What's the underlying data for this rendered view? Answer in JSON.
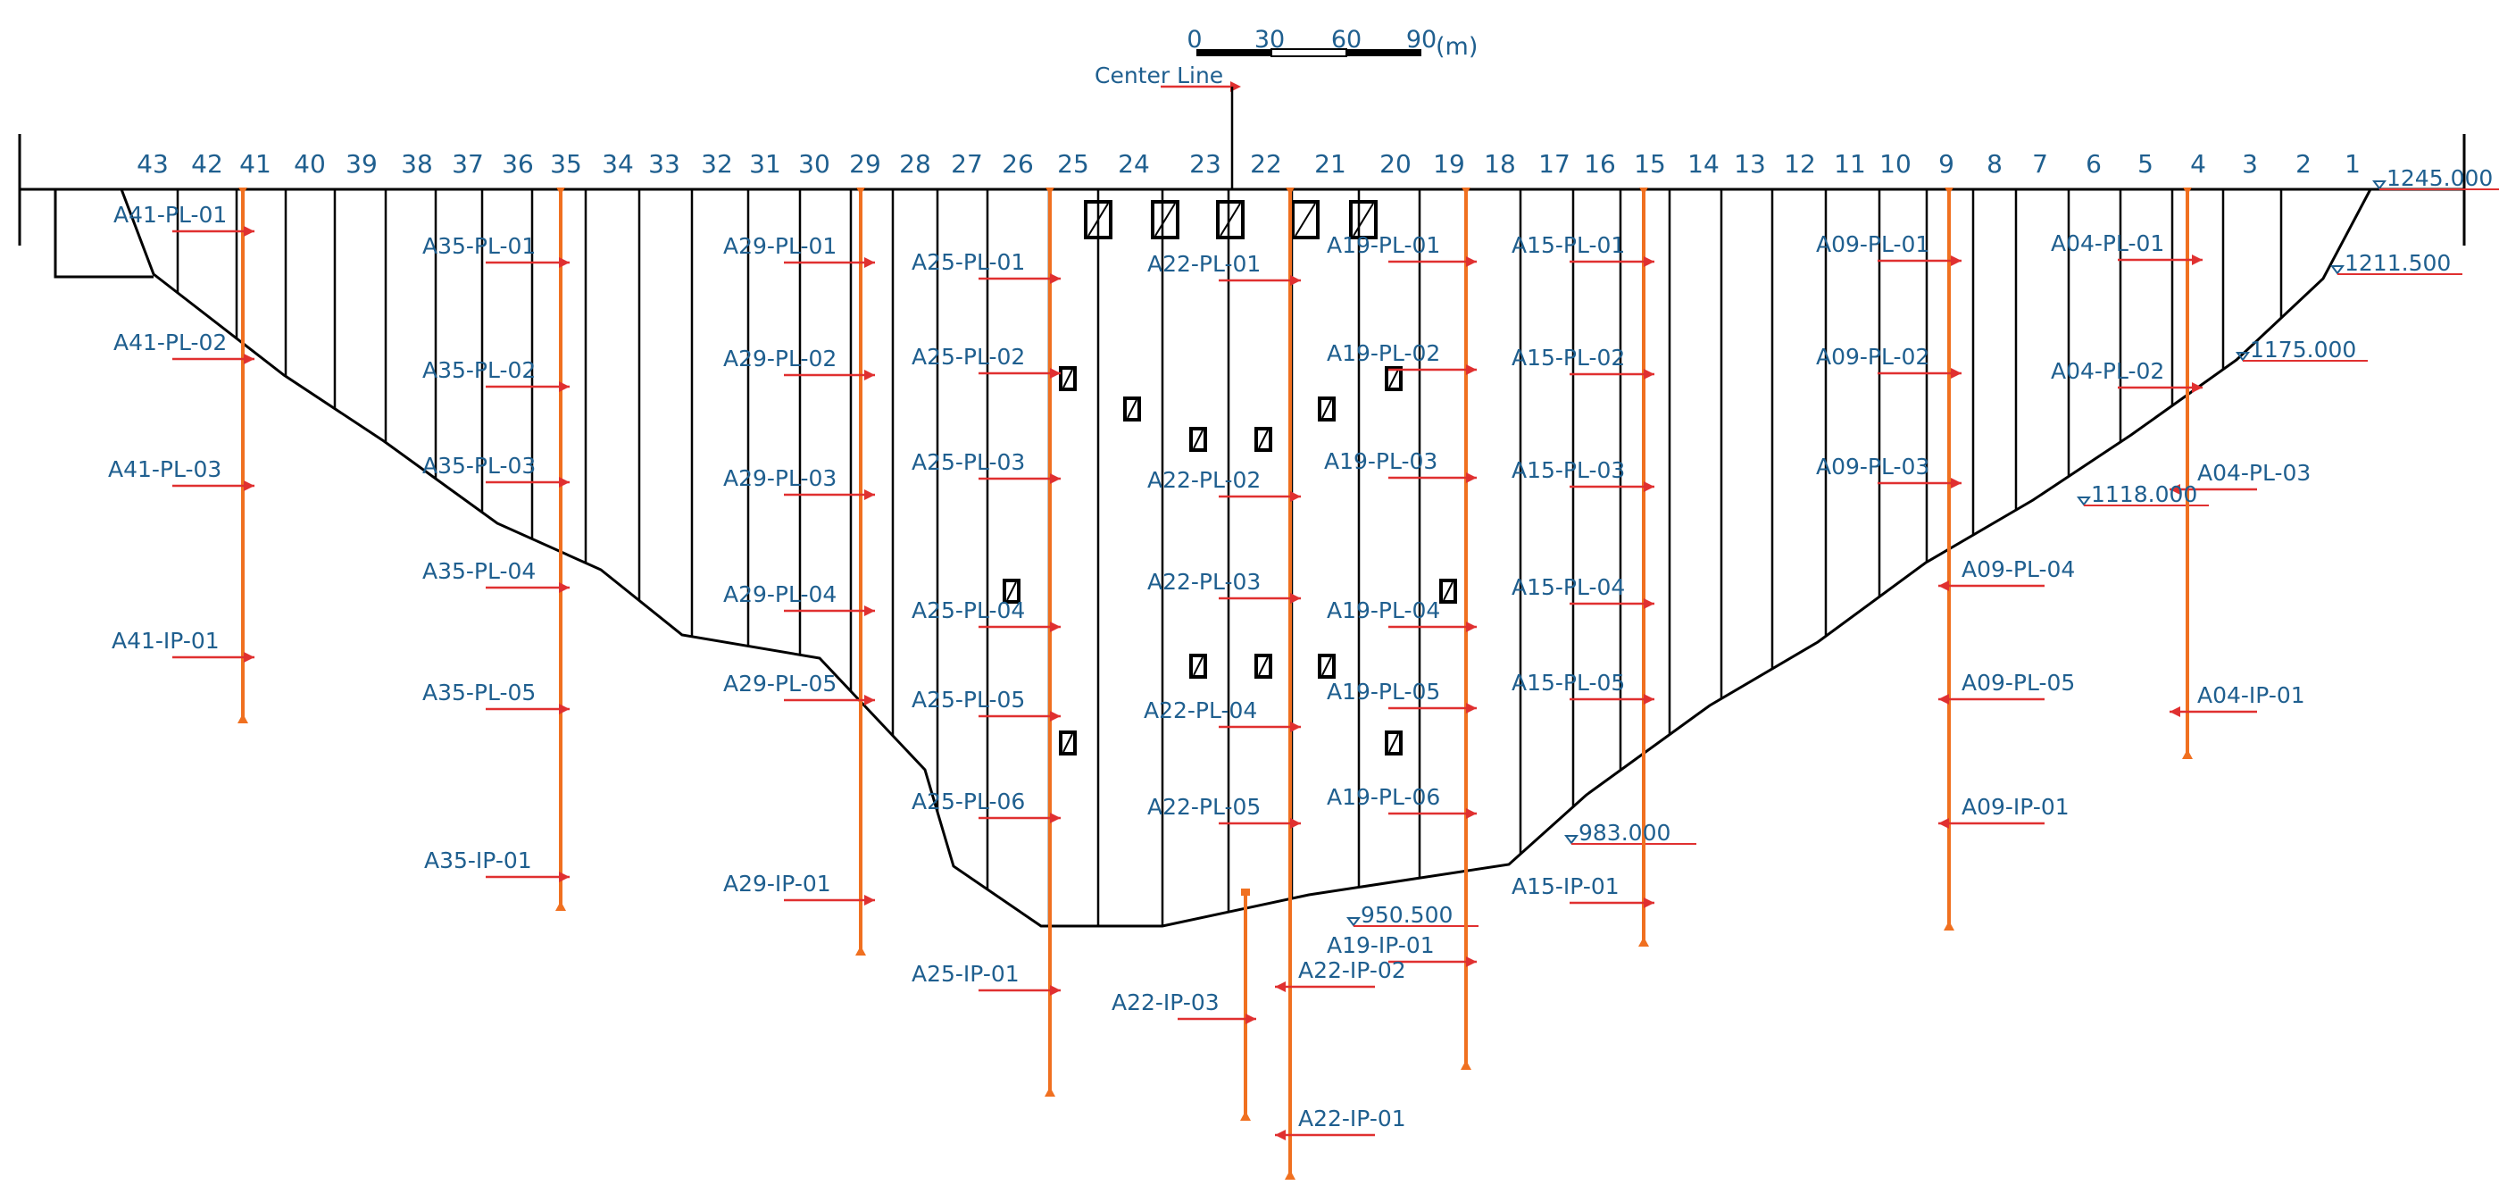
{
  "scale_bar": {
    "ticks": [
      "0",
      "30",
      "60",
      "90"
    ],
    "unit": "(m)"
  },
  "center_line": {
    "label": "Center Line"
  },
  "blocks": [
    "43",
    "42",
    "41",
    "40",
    "39",
    "38",
    "37",
    "36",
    "35",
    "34",
    "33",
    "32",
    "31",
    "30",
    "29",
    "28",
    "27",
    "26",
    "25",
    "24",
    "23",
    "22",
    "21",
    "20",
    "19",
    "18",
    "17",
    "16",
    "15",
    "14",
    "13",
    "12",
    "11",
    "10",
    "9",
    "8",
    "7",
    "6",
    "5",
    "4",
    "3",
    "2",
    "1"
  ],
  "elevations": [
    "1245.000",
    "1211.500",
    "1175.000",
    "1118.000",
    "983.000",
    "950.500"
  ],
  "instruments": {
    "A41": [
      "A41-PL-01",
      "A41-PL-02",
      "A41-PL-03",
      "A41-IP-01"
    ],
    "A35": [
      "A35-PL-01",
      "A35-PL-02",
      "A35-PL-03",
      "A35-PL-04",
      "A35-PL-05",
      "A35-IP-01"
    ],
    "A29": [
      "A29-PL-01",
      "A29-PL-02",
      "A29-PL-03",
      "A29-PL-04",
      "A29-PL-05",
      "A29-IP-01"
    ],
    "A25": [
      "A25-PL-01",
      "A25-PL-02",
      "A25-PL-03",
      "A25-PL-04",
      "A25-PL-05",
      "A25-PL-06",
      "A25-IP-01"
    ],
    "A22": [
      "A22-PL-01",
      "A22-PL-02",
      "A22-PL-03",
      "A22-PL-04",
      "A22-PL-05",
      "A22-IP-02",
      "A22-IP-03",
      "A22-IP-01"
    ],
    "A19": [
      "A19-PL-01",
      "A19-PL-02",
      "A19-PL-03",
      "A19-PL-04",
      "A19-PL-05",
      "A19-PL-06",
      "A19-IP-01"
    ],
    "A15": [
      "A15-PL-01",
      "A15-PL-02",
      "A15-PL-03",
      "A15-PL-04",
      "A15-PL-05",
      "A15-IP-01"
    ],
    "A09": [
      "A09-PL-01",
      "A09-PL-02",
      "A09-PL-03",
      "A09-PL-04",
      "A09-PL-05",
      "A09-IP-01"
    ],
    "A04": [
      "A04-PL-01",
      "A04-PL-02",
      "A04-PL-03",
      "A04-IP-01"
    ]
  },
  "colors": {
    "text": "#1f5f8f",
    "drill": "#f07020",
    "arrow": "#e03030",
    "line": "#000000"
  }
}
